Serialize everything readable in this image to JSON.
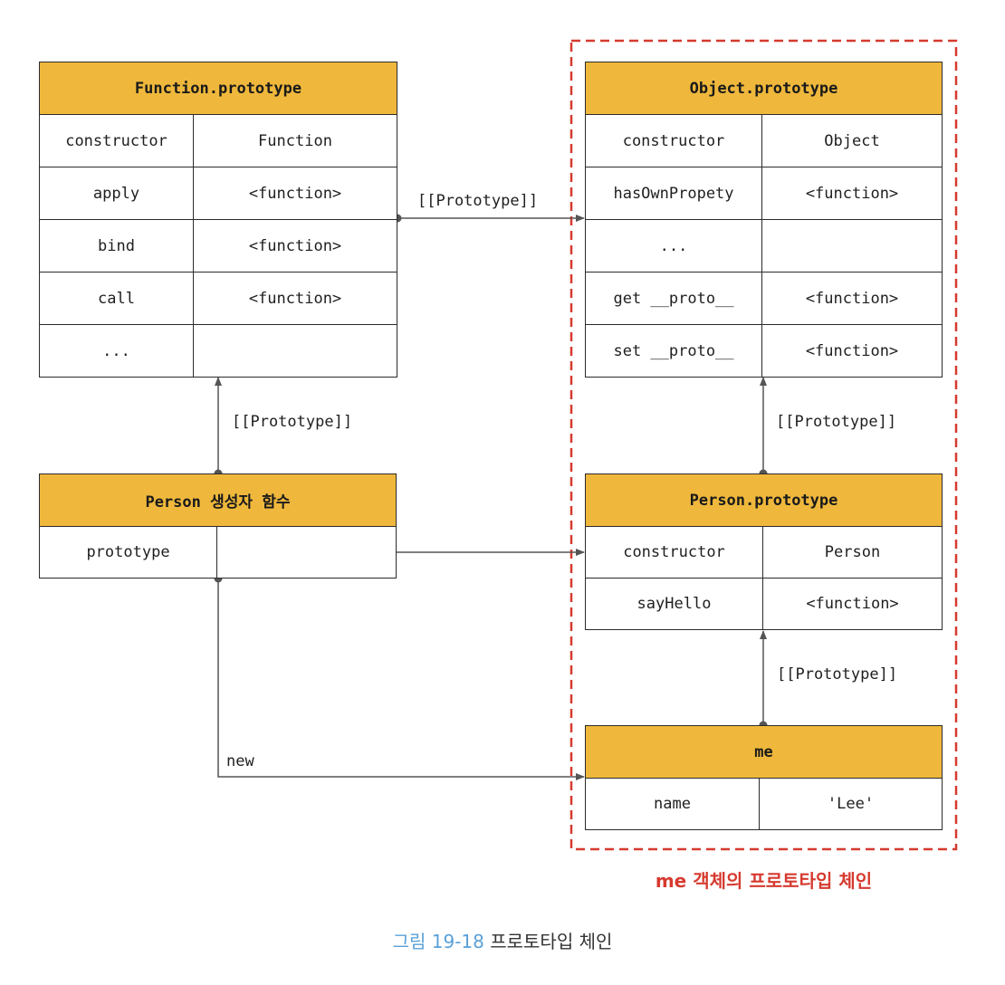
{
  "colors": {
    "header_fill": "#efb83c",
    "border": "#2b2b2b",
    "group_outline": "#d63a2f",
    "group_caption": "#d63a2f",
    "figure_number": "#5aa0d8"
  },
  "tables": {
    "function_prototype": {
      "title": "Function.prototype",
      "rows": [
        {
          "key": "constructor",
          "value": "Function"
        },
        {
          "key": "apply",
          "value": "<function>"
        },
        {
          "key": "bind",
          "value": "<function>"
        },
        {
          "key": "call",
          "value": "<function>"
        },
        {
          "key": "...",
          "value": ""
        }
      ]
    },
    "object_prototype": {
      "title": "Object.prototype",
      "rows": [
        {
          "key": "constructor",
          "value": "Object"
        },
        {
          "key": "hasOwnPropety",
          "value": "<function>"
        },
        {
          "key": "...",
          "value": ""
        },
        {
          "key": "get __proto__",
          "value": "<function>"
        },
        {
          "key": "set __proto__",
          "value": "<function>"
        }
      ]
    },
    "person_constructor": {
      "title": "Person 생성자 함수",
      "rows": [
        {
          "key": "prototype",
          "value": ""
        }
      ]
    },
    "person_prototype": {
      "title": "Person.prototype",
      "rows": [
        {
          "key": "constructor",
          "value": "Person"
        },
        {
          "key": "sayHello",
          "value": "<function>"
        }
      ]
    },
    "me": {
      "title": "me",
      "rows": [
        {
          "key": "name",
          "value": "'Lee'"
        }
      ]
    }
  },
  "edges": {
    "function_to_object": "[[Prototype]]",
    "person_to_function": "[[Prototype]]",
    "personproto_to_object": "[[Prototype]]",
    "me_to_personproto": "[[Prototype]]",
    "new_label": "new"
  },
  "group_caption": "me 객체의 프로토타입 체인",
  "figure_caption": {
    "number": "그림 19-18",
    "title": "프로토타입 체인"
  }
}
